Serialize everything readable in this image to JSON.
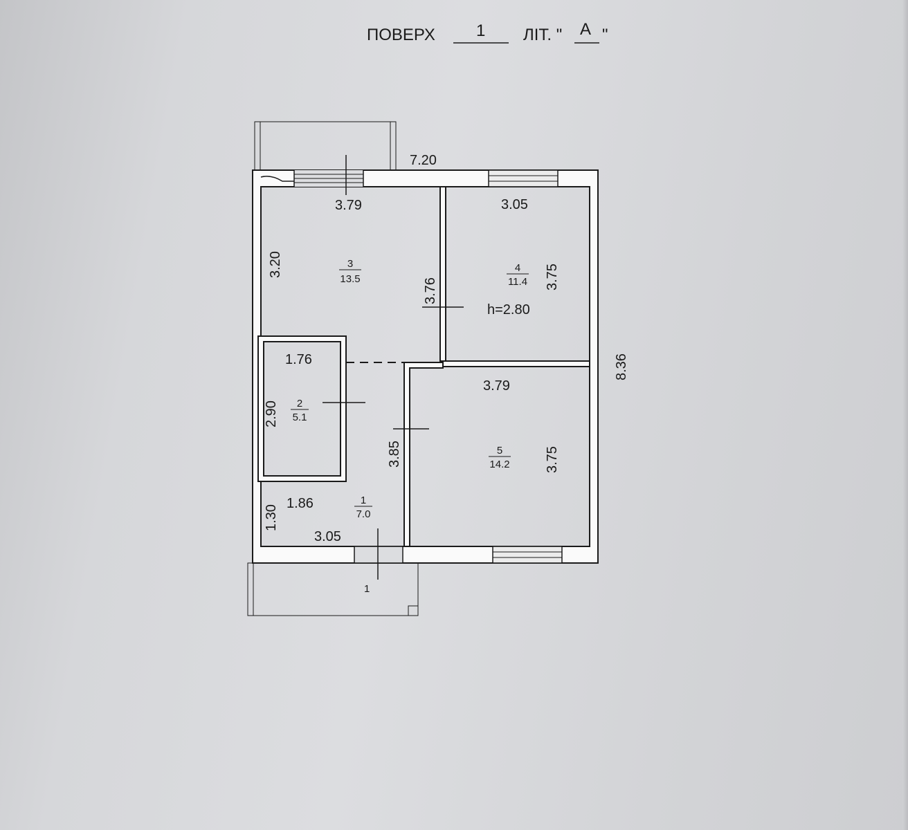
{
  "header": {
    "floor_label": "ПОВЕРХ",
    "floor_value": "1",
    "lit_label": "ЛІТ. \"",
    "lit_value": "А",
    "lit_close": "\""
  },
  "plan": {
    "overall_width": "7.20",
    "overall_height": "8.36",
    "ceiling_height": "h=2.80",
    "rooms": [
      {
        "id": "room-3",
        "number": "3",
        "area": "13.5",
        "width": "3.79",
        "height": "3.20",
        "side": "3.76"
      },
      {
        "id": "room-4",
        "number": "4",
        "area": "11.4",
        "width": "3.05",
        "height": "3.75"
      },
      {
        "id": "room-2",
        "number": "2",
        "area": "5.1",
        "width": "1.76",
        "height": "2.90"
      },
      {
        "id": "room-5",
        "number": "5",
        "area": "14.2",
        "width": "3.79",
        "height": "3.75",
        "side": "3.85"
      },
      {
        "id": "room-1",
        "number": "1",
        "area": "7.0",
        "width": "1.86",
        "height": "1.30",
        "bottom": "3.05"
      }
    ],
    "entrance_label": "1"
  }
}
